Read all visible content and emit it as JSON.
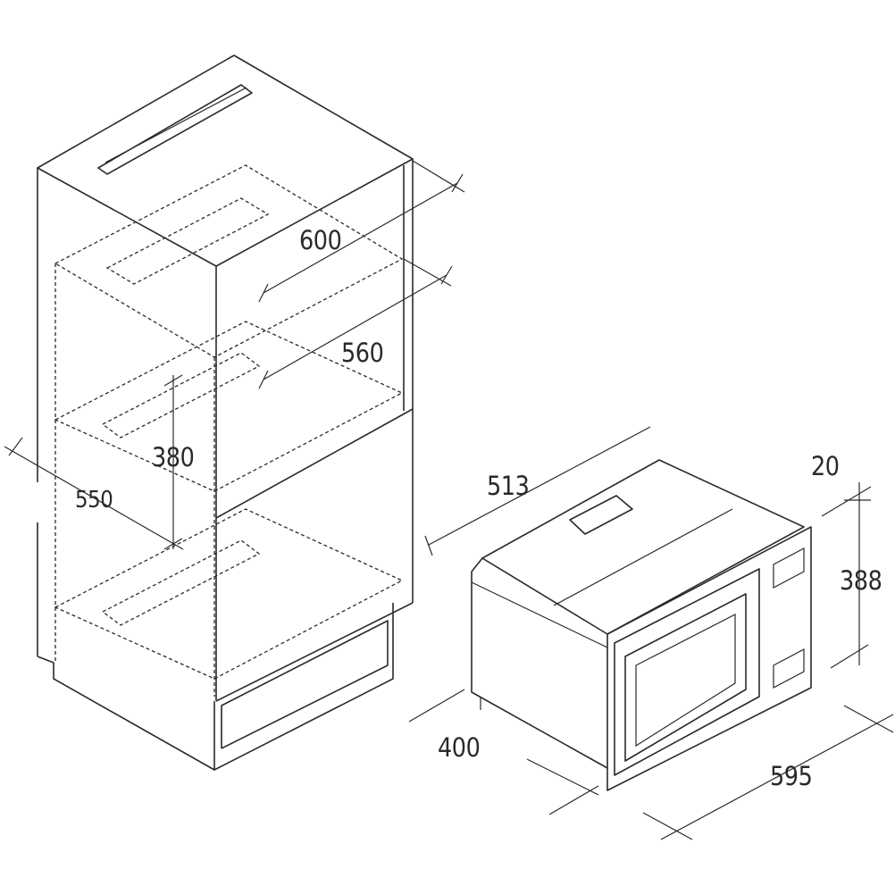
{
  "dimensions": {
    "cabinet_width": "600",
    "cabinet_inner_width": "560",
    "niche_height": "380",
    "niche_depth": "550",
    "microwave_depth": "513",
    "frame_depth": "20",
    "microwave_height": "388",
    "microwave_body_width": "400",
    "microwave_width": "595"
  },
  "colors": {
    "line": "#2a2a2a",
    "background": "#ffffff"
  }
}
